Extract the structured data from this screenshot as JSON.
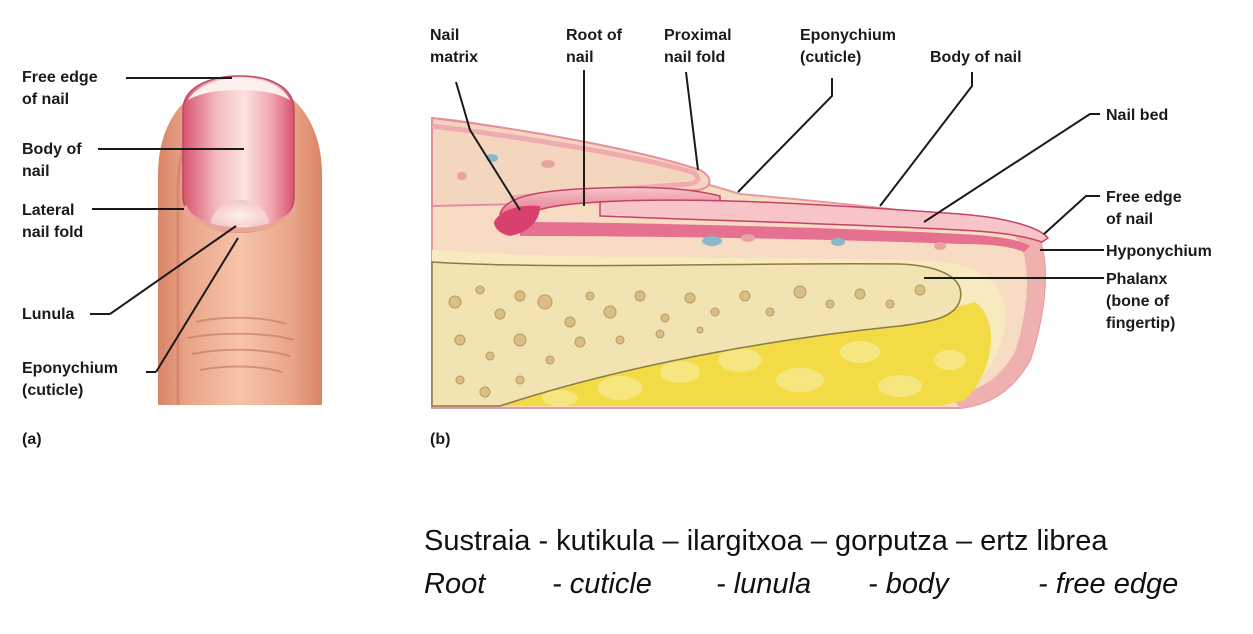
{
  "panel_a": {
    "label": "(a)",
    "callouts": {
      "free_edge": [
        "Free edge",
        "of nail"
      ],
      "body": [
        "Body of",
        "nail"
      ],
      "lateral_fold": [
        "Lateral",
        "nail fold"
      ],
      "lunula": [
        "Lunula"
      ],
      "eponychium": [
        "Eponychium",
        "(cuticle)"
      ]
    }
  },
  "panel_b": {
    "label": "(b)",
    "callouts": {
      "nail_matrix": [
        "Nail",
        "matrix"
      ],
      "root": [
        "Root of",
        "nail"
      ],
      "proximal_fold": [
        "Proximal",
        "nail fold"
      ],
      "eponychium": [
        "Eponychium",
        "(cuticle)"
      ],
      "body": [
        "Body of nail"
      ],
      "nail_bed": [
        "Nail bed"
      ],
      "free_edge": [
        "Free edge",
        "of nail"
      ],
      "hyponychium": [
        "Hyponychium"
      ],
      "phalanx": [
        "Phalanx",
        "(bone of",
        "fingertip)"
      ]
    }
  },
  "caption": {
    "basque": "Sustraia -  kutikula – ilargitxoa – gorputza – ertz librea",
    "english": {
      "root": "Root",
      "cuticle": "- cuticle",
      "lunula": "- lunula",
      "body": "- body",
      "free_edge": "- free edge"
    }
  },
  "colors": {
    "skin_light": "#f7d3bf",
    "skin_mid": "#eaa487",
    "skin_dark": "#d98468",
    "nail_pink": "#ec9aa7",
    "nail_deep": "#d84f74",
    "fat_cream": "#f5e6b4",
    "marrow_yellow": "#f2db44",
    "bone_tan": "#efe2b2"
  }
}
